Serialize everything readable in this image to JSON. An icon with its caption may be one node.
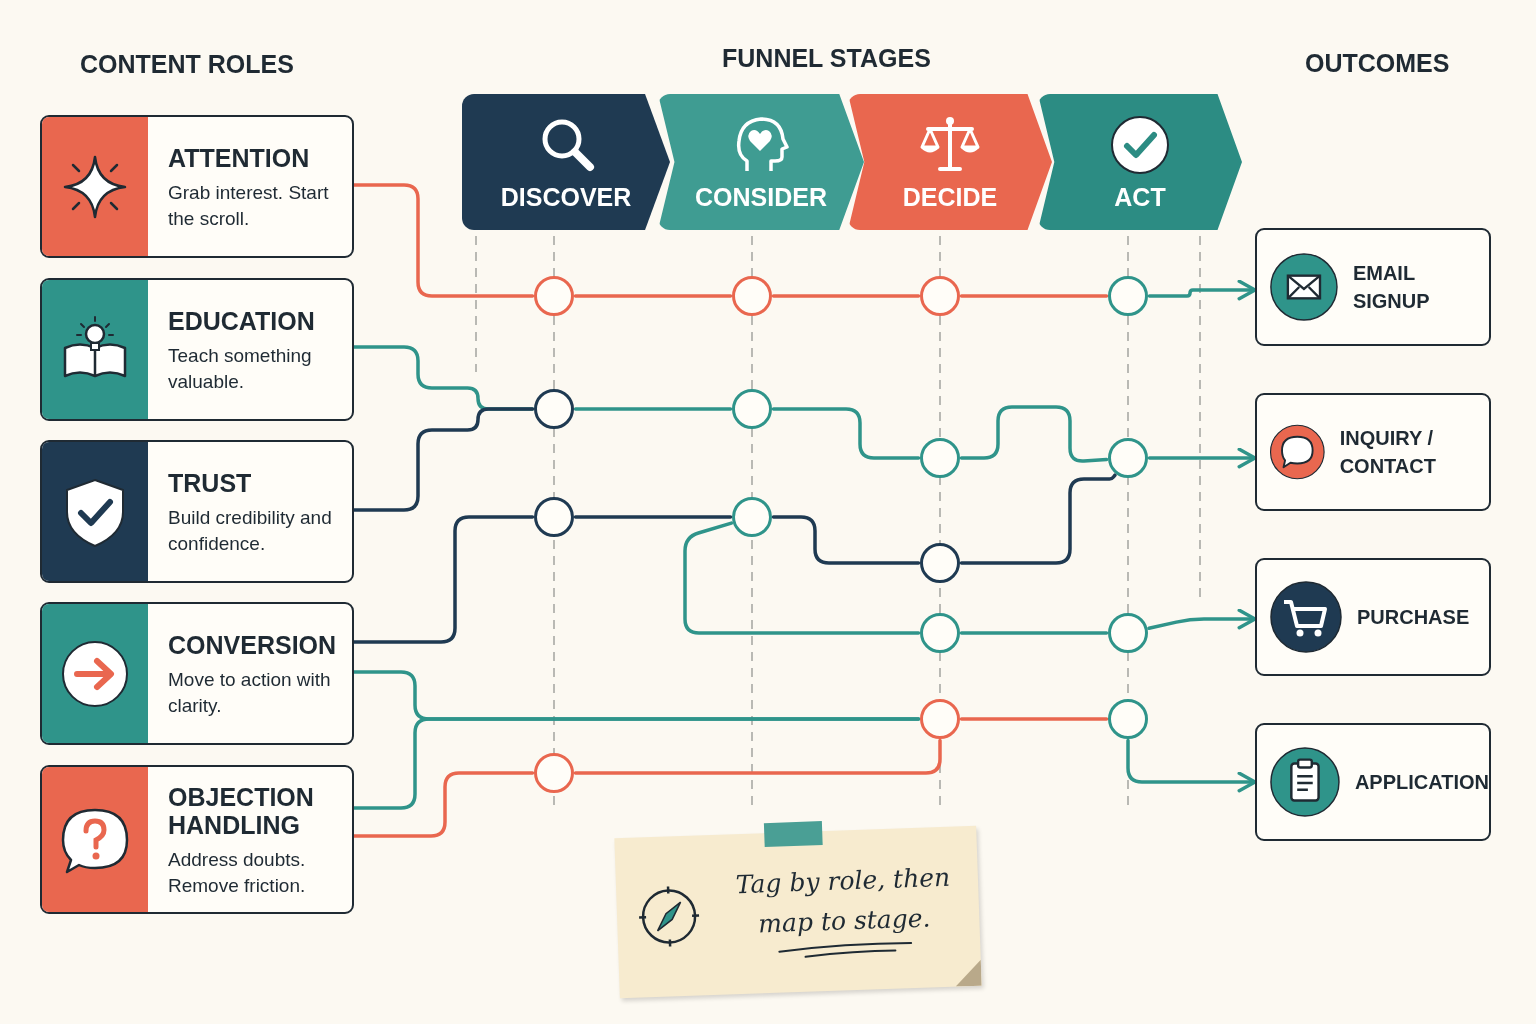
{
  "diagram": {
    "nodes": [
      {
        "text": [
          "ATTENTION",
          "Grab interest. Start the scroll."
        ]
      },
      {
        "text": [
          "EDUCATION",
          "Teach something valuable."
        ]
      },
      {
        "text": [
          "TRUST",
          "Build credibility and confidence."
        ]
      },
      {
        "text": [
          "CONVERSION",
          "Move to action with clarity."
        ]
      },
      {
        "text": [
          "OBJECTION HANDLING",
          "Address doubts. Remove friction."
        ]
      },
      {
        "text": [
          "DISCOVER"
        ]
      },
      {
        "text": [
          "CONSIDER"
        ]
      },
      {
        "text": [
          "DECIDE"
        ]
      },
      {
        "text": [
          "ACT"
        ]
      },
      {
        "text": [
          "EMAIL SIGNUP"
        ]
      },
      {
        "text": [
          "INQUIRY / CONTACT"
        ]
      },
      {
        "text": [
          "PURCHASE"
        ]
      },
      {
        "text": [
          "APPLICATION"
        ]
      },
      {
        "text": [],
        "shape": "circle"
      },
      {
        "text": [],
        "shape": "circle"
      },
      {
        "text": [],
        "shape": "circle"
      },
      {
        "text": [],
        "shape": "circle"
      },
      {
        "text": [],
        "shape": "circle"
      },
      {
        "text": [],
        "shape": "circle"
      },
      {
        "text": [],
        "shape": "circle"
      },
      {
        "text": [],
        "shape": "circle"
      },
      {
        "text": [],
        "shape": "circle"
      },
      {
        "text": [],
        "shape": "circle"
      },
      {
        "text": [],
        "shape": "circle"
      },
      {
        "text": [],
        "shape": "circle"
      },
      {
        "text": [],
        "shape": "circle"
      },
      {
        "text": [],
        "shape": "circle"
      },
      {
        "text": [],
        "shape": "circle"
      },
      {
        "text": [],
        "shape": "circle"
      },
      {
        "text": [
          "Tag by role, then map to stage."
        ]
      }
    ],
    "edges": [
      {
        "from": 0,
        "to": 13,
        "arrow": "none",
        "color": "#e9674f"
      },
      {
        "from": 13,
        "to": 14,
        "arrow": "none",
        "color": "#e9674f"
      },
      {
        "from": 14,
        "to": 15,
        "arrow": "none",
        "color": "#e9674f"
      },
      {
        "from": 15,
        "to": 16,
        "arrow": "none",
        "color": "#e9674f"
      },
      {
        "from": 16,
        "to": 9,
        "arrow": "to"
      },
      {
        "from": 1,
        "to": 17,
        "arrow": "none"
      },
      {
        "from": 2,
        "to": 17,
        "arrow": "none",
        "color": "#1f3a52"
      },
      {
        "from": 17,
        "to": 18,
        "arrow": "none"
      },
      {
        "from": 18,
        "to": 19,
        "arrow": "none"
      },
      {
        "from": 19,
        "to": 20,
        "arrow": "none"
      },
      {
        "from": 20,
        "to": 10,
        "arrow": "to"
      },
      {
        "from": 3,
        "to": 21,
        "arrow": "none",
        "color": "#1f3a52"
      },
      {
        "from": 21,
        "to": 22,
        "arrow": "none",
        "color": "#1f3a52"
      },
      {
        "from": 22,
        "to": 23,
        "arrow": "none",
        "color": "#1f3a52"
      },
      {
        "from": 23,
        "to": 20,
        "arrow": "none",
        "color": "#1f3a52"
      },
      {
        "from": 22,
        "to": 24,
        "arrow": "none"
      },
      {
        "from": 24,
        "to": 25,
        "arrow": "none"
      },
      {
        "from": 25,
        "to": 11,
        "arrow": "to"
      },
      {
        "from": 3,
        "to": 26,
        "arrow": "none"
      },
      {
        "from": 4,
        "to": 26,
        "arrow": "none"
      },
      {
        "from": 26,
        "to": 27,
        "arrow": "none",
        "color": "#e9674f"
      },
      {
        "from": 27,
        "to": 12,
        "arrow": "to"
      },
      {
        "from": 4,
        "to": 28,
        "arrow": "none",
        "color": "#e9674f"
      },
      {
        "from": 28,
        "to": 26,
        "arrow": "none",
        "color": "#e9674f"
      }
    ],
    "labels": [
      "CONTENT ROLES",
      "FUNNEL STAGES",
      "OUTCOMES"
    ]
  }
}
